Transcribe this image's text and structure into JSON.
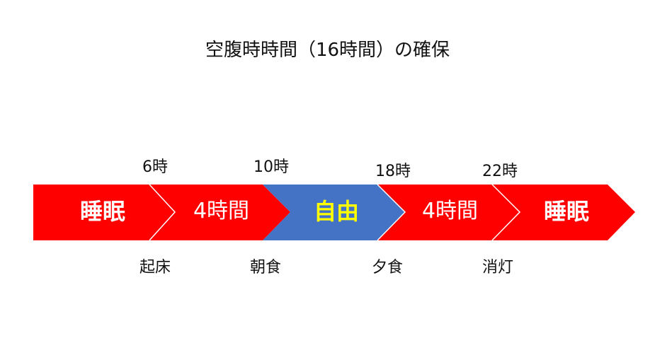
{
  "title": "空腹時時間（16時間）の確保",
  "colors": {
    "red": "#ff0000",
    "blue": "#4472c4",
    "white_text": "#ffffff",
    "yellow_text": "#ffff00"
  },
  "segments": [
    {
      "label": "睡眠",
      "color": "red",
      "text_color": "white",
      "bold": true
    },
    {
      "label": "4時間",
      "color": "red",
      "text_color": "white",
      "bold": false
    },
    {
      "label": "自由",
      "color": "blue",
      "text_color": "yellow",
      "bold": true
    },
    {
      "label": "4時間",
      "color": "red",
      "text_color": "white",
      "bold": false
    },
    {
      "label": "睡眠",
      "color": "red",
      "text_color": "white",
      "bold": true
    }
  ],
  "times": [
    "6時",
    "10時",
    "18時",
    "22時"
  ],
  "events": [
    "起床",
    "朝食",
    "夕食",
    "消灯"
  ]
}
